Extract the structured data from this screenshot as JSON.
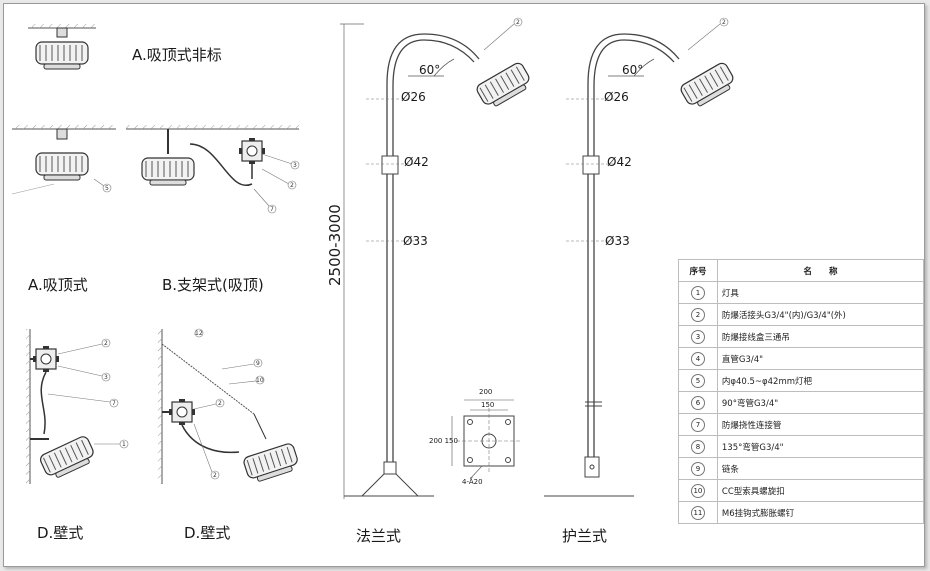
{
  "labels": {
    "ceiling_nonstandard": "A.吸顶式非标",
    "ceiling": "A.吸顶式",
    "bracket": "B.支架式(吸顶)",
    "wall_1": "D.壁式",
    "wall_2": "D.壁式",
    "flange": "法兰式",
    "guard_flange": "护兰式"
  },
  "dimensions": {
    "height_range": "2500-3000",
    "angle": "60°",
    "dia_26": "Ø26",
    "dia_42": "Ø42",
    "dia_33": "Ø33",
    "base_200": "200",
    "base_150": "150",
    "base_side": "200 150",
    "base_holes": "4-Ă20"
  },
  "table": {
    "header_no": "序号",
    "header_name": "名　　称",
    "rows": [
      {
        "no": "1",
        "name": "灯具"
      },
      {
        "no": "2",
        "name": "防爆活接头G3/4\"(内)/G3/4\"(外)"
      },
      {
        "no": "3",
        "name": "防爆接线盒三通吊"
      },
      {
        "no": "4",
        "name": "直管G3/4\""
      },
      {
        "no": "5",
        "name": "内φ40.5~φ42mm灯杷"
      },
      {
        "no": "6",
        "name": "90°弯管G3/4\""
      },
      {
        "no": "7",
        "name": "防爆挠性连接管"
      },
      {
        "no": "8",
        "name": "135°弯管G3/4\""
      },
      {
        "no": "9",
        "name": "链条"
      },
      {
        "no": "10",
        "name": "CC型索具螺旋扣"
      },
      {
        "no": "11",
        "name": "M6挂钩式膨胀螺钉"
      }
    ]
  },
  "callouts": {
    "c1": "1",
    "c2": "2",
    "c3": "3",
    "c5": "5",
    "c7": "7",
    "c9": "9",
    "c10": "10",
    "c12": "12"
  }
}
